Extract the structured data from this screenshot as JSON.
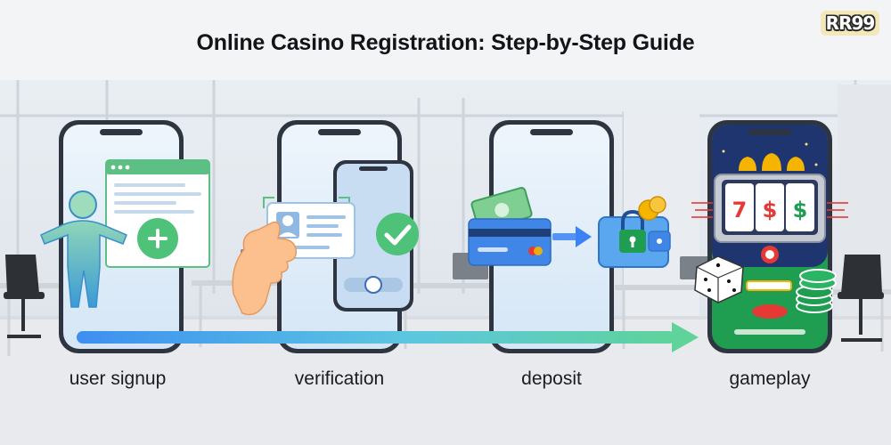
{
  "title": "Online Casino Registration: Step-by-Step Guide",
  "brand": "RR99",
  "steps": [
    {
      "label": "user signup",
      "icon": "person-icon"
    },
    {
      "label": "verification",
      "icon": "id-card-icon"
    },
    {
      "label": "deposit",
      "icon": "wallet-icon"
    },
    {
      "label": "gameplay",
      "icon": "slot-machine-icon"
    }
  ],
  "slot_symbols": [
    "7",
    "$",
    "$"
  ],
  "colors": {
    "phone_frame": "#2f3540",
    "screen_blue": "#d7e8f8",
    "green": "#4fc27a",
    "accent_blue": "#3b82f6",
    "casino_green": "#1f9e52",
    "slot_blue": "#233a7a",
    "red": "#e53935",
    "gold": "#f5b400"
  }
}
